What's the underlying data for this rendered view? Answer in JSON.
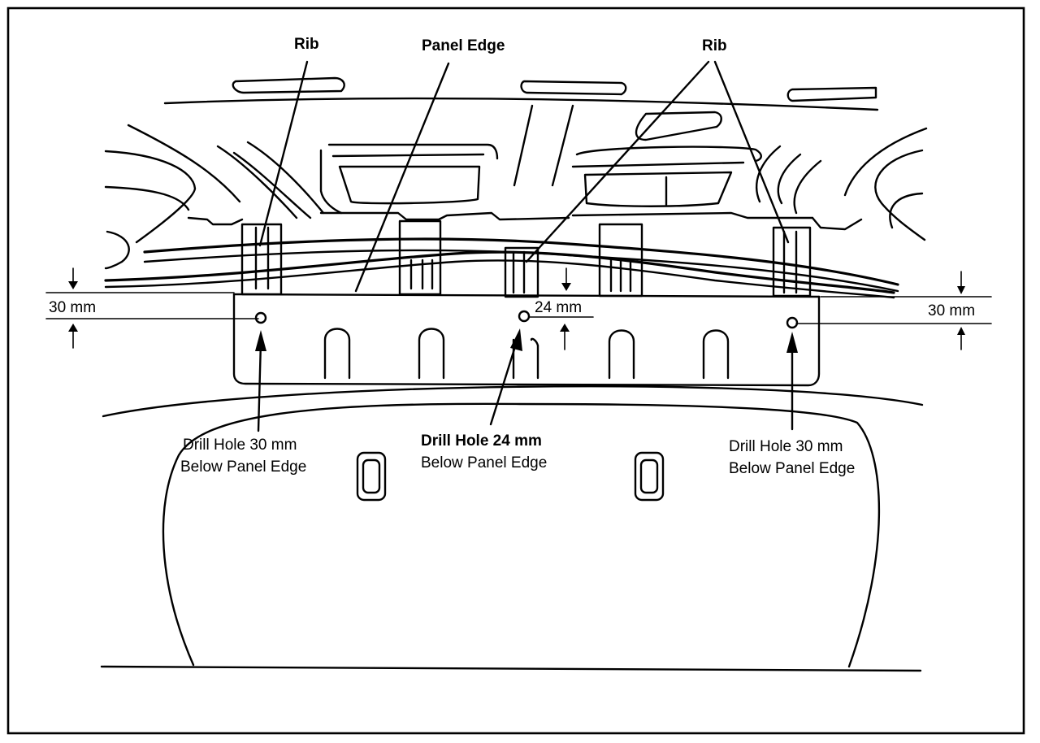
{
  "diagram": {
    "labels": {
      "rib_left": "Rib",
      "panel_edge": "Panel Edge",
      "rib_right": "Rib",
      "dim_left": "30 mm",
      "dim_center": "24 mm",
      "dim_right": "30 mm",
      "drill_left_line1": "Drill Hole 30 mm",
      "drill_left_line2": "Below Panel Edge",
      "drill_center_line1": "Drill Hole 24 mm",
      "drill_center_line2": "Below Panel Edge",
      "drill_right_line1": "Drill Hole 30 mm",
      "drill_right_line2": "Below Panel Edge"
    }
  }
}
